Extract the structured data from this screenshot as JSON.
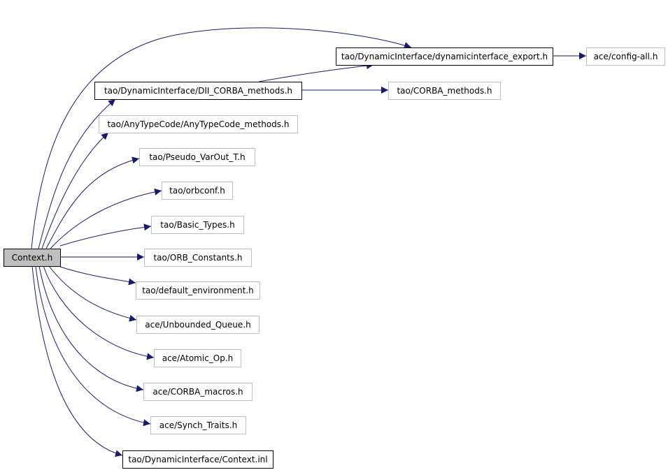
{
  "colors": {
    "edge": "#191970",
    "root_fill": "#bfbfbf",
    "box_stroke_strong": "#000000",
    "box_stroke_light": "#bfbfbf"
  },
  "nodes": [
    {
      "id": "context_h",
      "label": "Context.h",
      "style": "root"
    },
    {
      "id": "dynamicinterface_export",
      "label": "tao/DynamicInterface/dynamicinterface_export.h",
      "style": "strong"
    },
    {
      "id": "config_all",
      "label": "ace/config-all.h",
      "style": "light"
    },
    {
      "id": "dii_corba_methods",
      "label": "tao/DynamicInterface/DII_CORBA_methods.h",
      "style": "strong"
    },
    {
      "id": "corba_methods",
      "label": "tao/CORBA_methods.h",
      "style": "light"
    },
    {
      "id": "anytypecode_methods",
      "label": "tao/AnyTypeCode/AnyTypeCode_methods.h",
      "style": "light"
    },
    {
      "id": "pseudo_varout",
      "label": "tao/Pseudo_VarOut_T.h",
      "style": "light"
    },
    {
      "id": "orbconf",
      "label": "tao/orbconf.h",
      "style": "light"
    },
    {
      "id": "basic_types",
      "label": "tao/Basic_Types.h",
      "style": "light"
    },
    {
      "id": "orb_constants",
      "label": "tao/ORB_Constants.h",
      "style": "light"
    },
    {
      "id": "default_environment",
      "label": "tao/default_environment.h",
      "style": "light"
    },
    {
      "id": "unbounded_queue",
      "label": "ace/Unbounded_Queue.h",
      "style": "light"
    },
    {
      "id": "atomic_op",
      "label": "ace/Atomic_Op.h",
      "style": "light"
    },
    {
      "id": "corba_macros",
      "label": "ace/CORBA_macros.h",
      "style": "light"
    },
    {
      "id": "synch_traits",
      "label": "ace/Synch_Traits.h",
      "style": "light"
    },
    {
      "id": "context_inl",
      "label": "tao/DynamicInterface/Context.inl",
      "style": "strong"
    }
  ],
  "edges": [
    {
      "from": "context_h",
      "to": "dynamicinterface_export"
    },
    {
      "from": "context_h",
      "to": "dii_corba_methods"
    },
    {
      "from": "context_h",
      "to": "anytypecode_methods"
    },
    {
      "from": "context_h",
      "to": "pseudo_varout"
    },
    {
      "from": "context_h",
      "to": "orbconf"
    },
    {
      "from": "context_h",
      "to": "basic_types"
    },
    {
      "from": "context_h",
      "to": "orb_constants"
    },
    {
      "from": "context_h",
      "to": "default_environment"
    },
    {
      "from": "context_h",
      "to": "unbounded_queue"
    },
    {
      "from": "context_h",
      "to": "atomic_op"
    },
    {
      "from": "context_h",
      "to": "corba_macros"
    },
    {
      "from": "context_h",
      "to": "synch_traits"
    },
    {
      "from": "context_h",
      "to": "context_inl"
    },
    {
      "from": "dii_corba_methods",
      "to": "dynamicinterface_export"
    },
    {
      "from": "dii_corba_methods",
      "to": "corba_methods"
    },
    {
      "from": "dynamicinterface_export",
      "to": "config_all"
    }
  ]
}
